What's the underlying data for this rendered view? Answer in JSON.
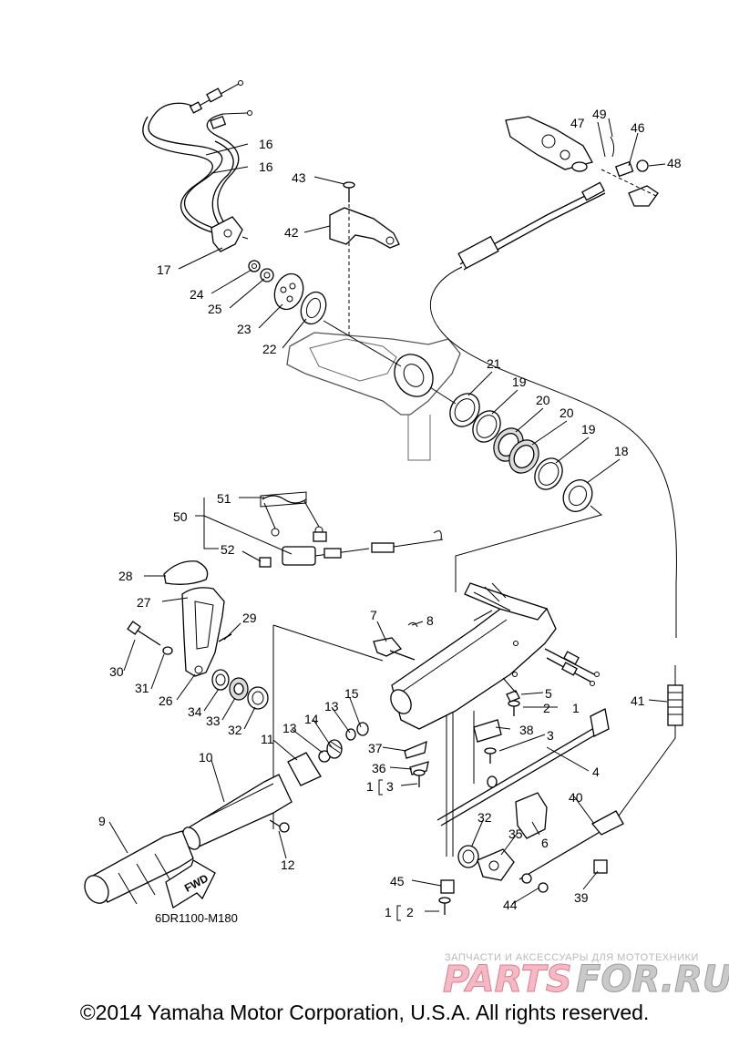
{
  "diagram": {
    "part_numbers": [
      "1",
      "2",
      "3",
      "4",
      "5",
      "6",
      "7",
      "8",
      "9",
      "10",
      "11",
      "12",
      "13",
      "14",
      "15",
      "16",
      "17",
      "18",
      "19",
      "20",
      "21",
      "22",
      "23",
      "24",
      "25",
      "26",
      "27",
      "28",
      "29",
      "30",
      "31",
      "32",
      "33",
      "34",
      "35",
      "36",
      "37",
      "38",
      "39",
      "40",
      "41",
      "42",
      "43",
      "44",
      "45",
      "46",
      "47",
      "48",
      "49",
      "50",
      "51",
      "52"
    ],
    "drawing_code": "6DR1100-M180",
    "fwd_label": "FWD"
  },
  "watermark": {
    "tagline": "ЗАПЧАСТИ И АКСЕССУАРЫ ДЛЯ МОТОТЕХНИКИ",
    "brand_left": "PARTS",
    "brand_right": "FOR.RU"
  },
  "footer": {
    "copyright": "©2014 Yamaha Motor Corporation, U.S.A. All rights reserved."
  }
}
